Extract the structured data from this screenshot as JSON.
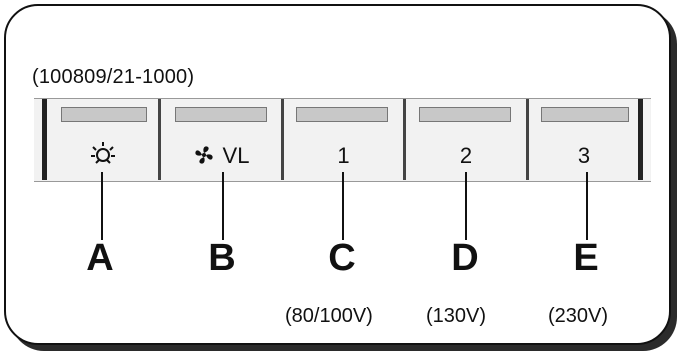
{
  "model_code": "(100809/21-1000)",
  "buttons": [
    {
      "label": "",
      "icon": "light-icon",
      "letter": "A",
      "voltage": ""
    },
    {
      "label": "VL",
      "icon": "fan-icon",
      "letter": "B",
      "voltage": ""
    },
    {
      "label": "1",
      "icon": "",
      "letter": "C",
      "voltage": "(80/100V)"
    },
    {
      "label": "2",
      "icon": "",
      "letter": "D",
      "voltage": "(130V)"
    },
    {
      "label": "3",
      "icon": "",
      "letter": "E",
      "voltage": "(230V)"
    }
  ]
}
